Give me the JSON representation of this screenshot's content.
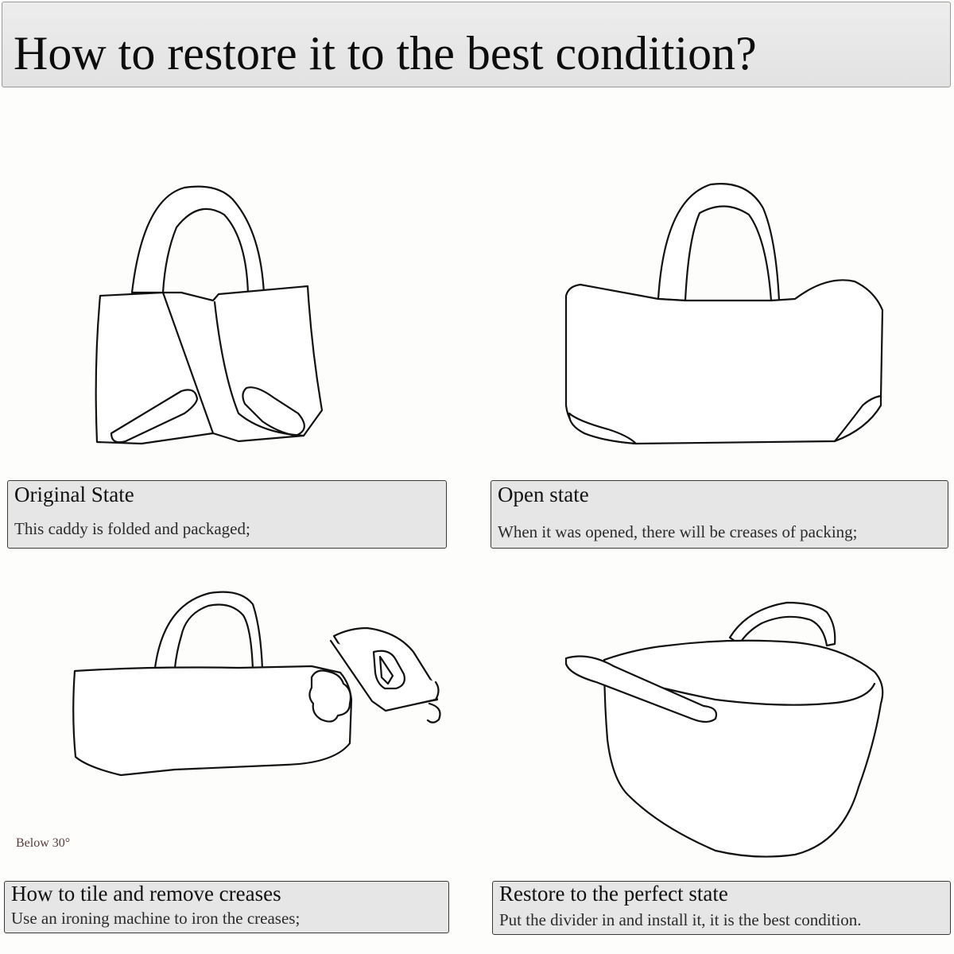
{
  "header": {
    "title": "How to restore it to the best condition?"
  },
  "steps": [
    {
      "heading": "Original State",
      "description": "This caddy is folded and packaged;"
    },
    {
      "heading": "Open state",
      "description": "When it was opened, there will be creases of packing;"
    },
    {
      "heading": "How to tile and remove creases",
      "description": "Use an ironing machine to iron the creases;"
    },
    {
      "heading": "Restore to the perfect state",
      "description": "Put the divider in and install it, it is the best condition."
    }
  ],
  "iron_note": "Below 30°"
}
